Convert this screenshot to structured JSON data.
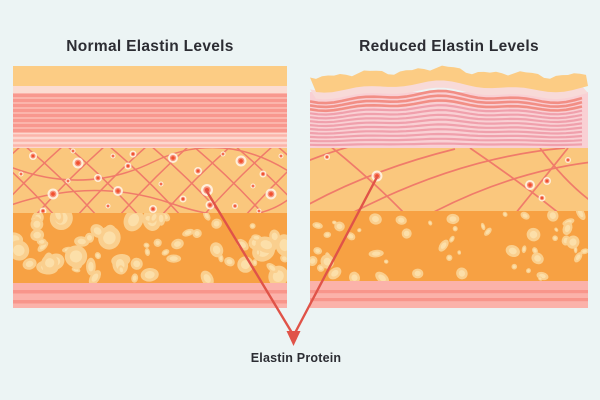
{
  "titles": {
    "left": "Normal Elastin Levels",
    "right": "Reduced Elastin Levels"
  },
  "annotation": {
    "label": "Elastin Protein"
  },
  "colors": {
    "background": "#ECF4F4",
    "title_text": "#2C2D33",
    "epidermis": "#FCCC84",
    "pale_left": "#FBDCD2",
    "pale_right": "#F8DAD8",
    "stripeA_line": "#F8988E",
    "stripeA_gap": "#FBB5AB",
    "stripeB_line": "#FBB5AB",
    "stripeB_gap": "#FDD7CF",
    "r_stripeA_line": "#F28E85",
    "r_stripeB_line": "#F0A0AC",
    "r_stripe_gap": "#F9D0D4",
    "elastin_bg": "#FAC77D",
    "fiber": "#F07B6A",
    "node_ring": "#FFF2E2",
    "node_core": "#F79078",
    "node_core_hot": "#F1502F",
    "fat_bg": "#F7A143",
    "fat_blob": "#FACF8E",
    "fat_blob_hi": "#FCDFA9",
    "bottom_bg": "#FBB2AA",
    "bottom_line": "#F8958B",
    "arrow": "#E05348"
  }
}
